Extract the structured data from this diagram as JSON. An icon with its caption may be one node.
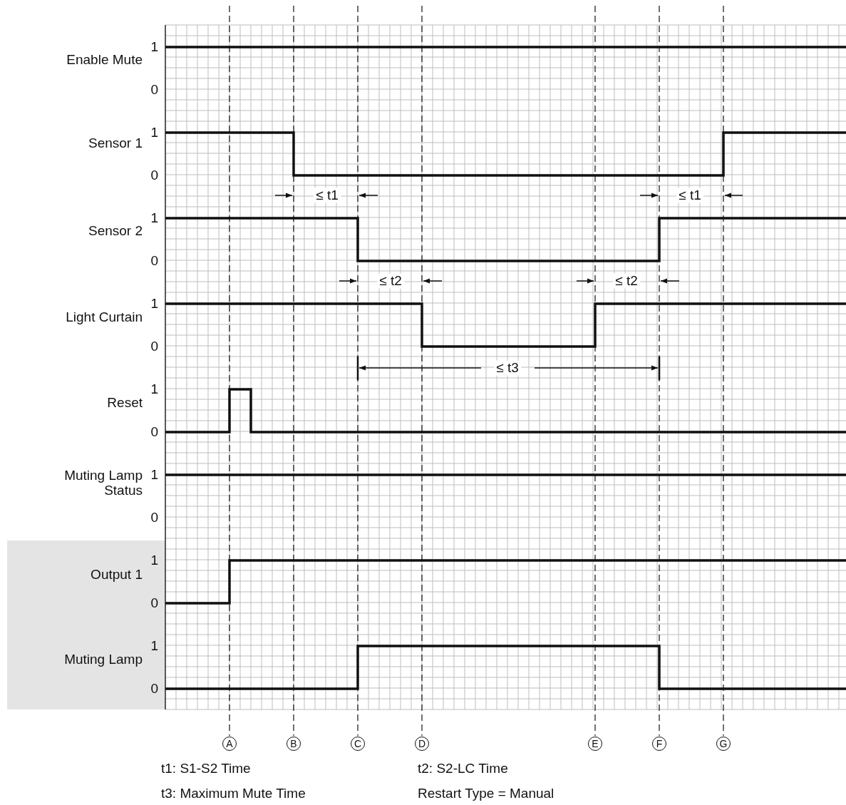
{
  "diagram": {
    "labels": [
      "Enable Mute",
      "1",
      "0",
      "Sensor 1",
      "1",
      "0",
      "≤ t1",
      "≤ t1",
      "Sensor 2",
      "1",
      "0",
      "≤ t2",
      "≤ t2",
      "Light Curtain",
      "1",
      "0",
      "≤ t3",
      "Reset",
      "1",
      "0",
      "Muting Lamp Status",
      "1",
      "0",
      "Output 1",
      "1",
      "0",
      "Muting Lamp",
      "1",
      "0",
      "A",
      "B",
      "C",
      "D",
      "E",
      "F",
      "G",
      "t1: S1-S2 Time",
      "t2: S2-LC Time",
      "t3: Maximum Mute Time",
      "Restart Type = Manual"
    ]
  }
}
